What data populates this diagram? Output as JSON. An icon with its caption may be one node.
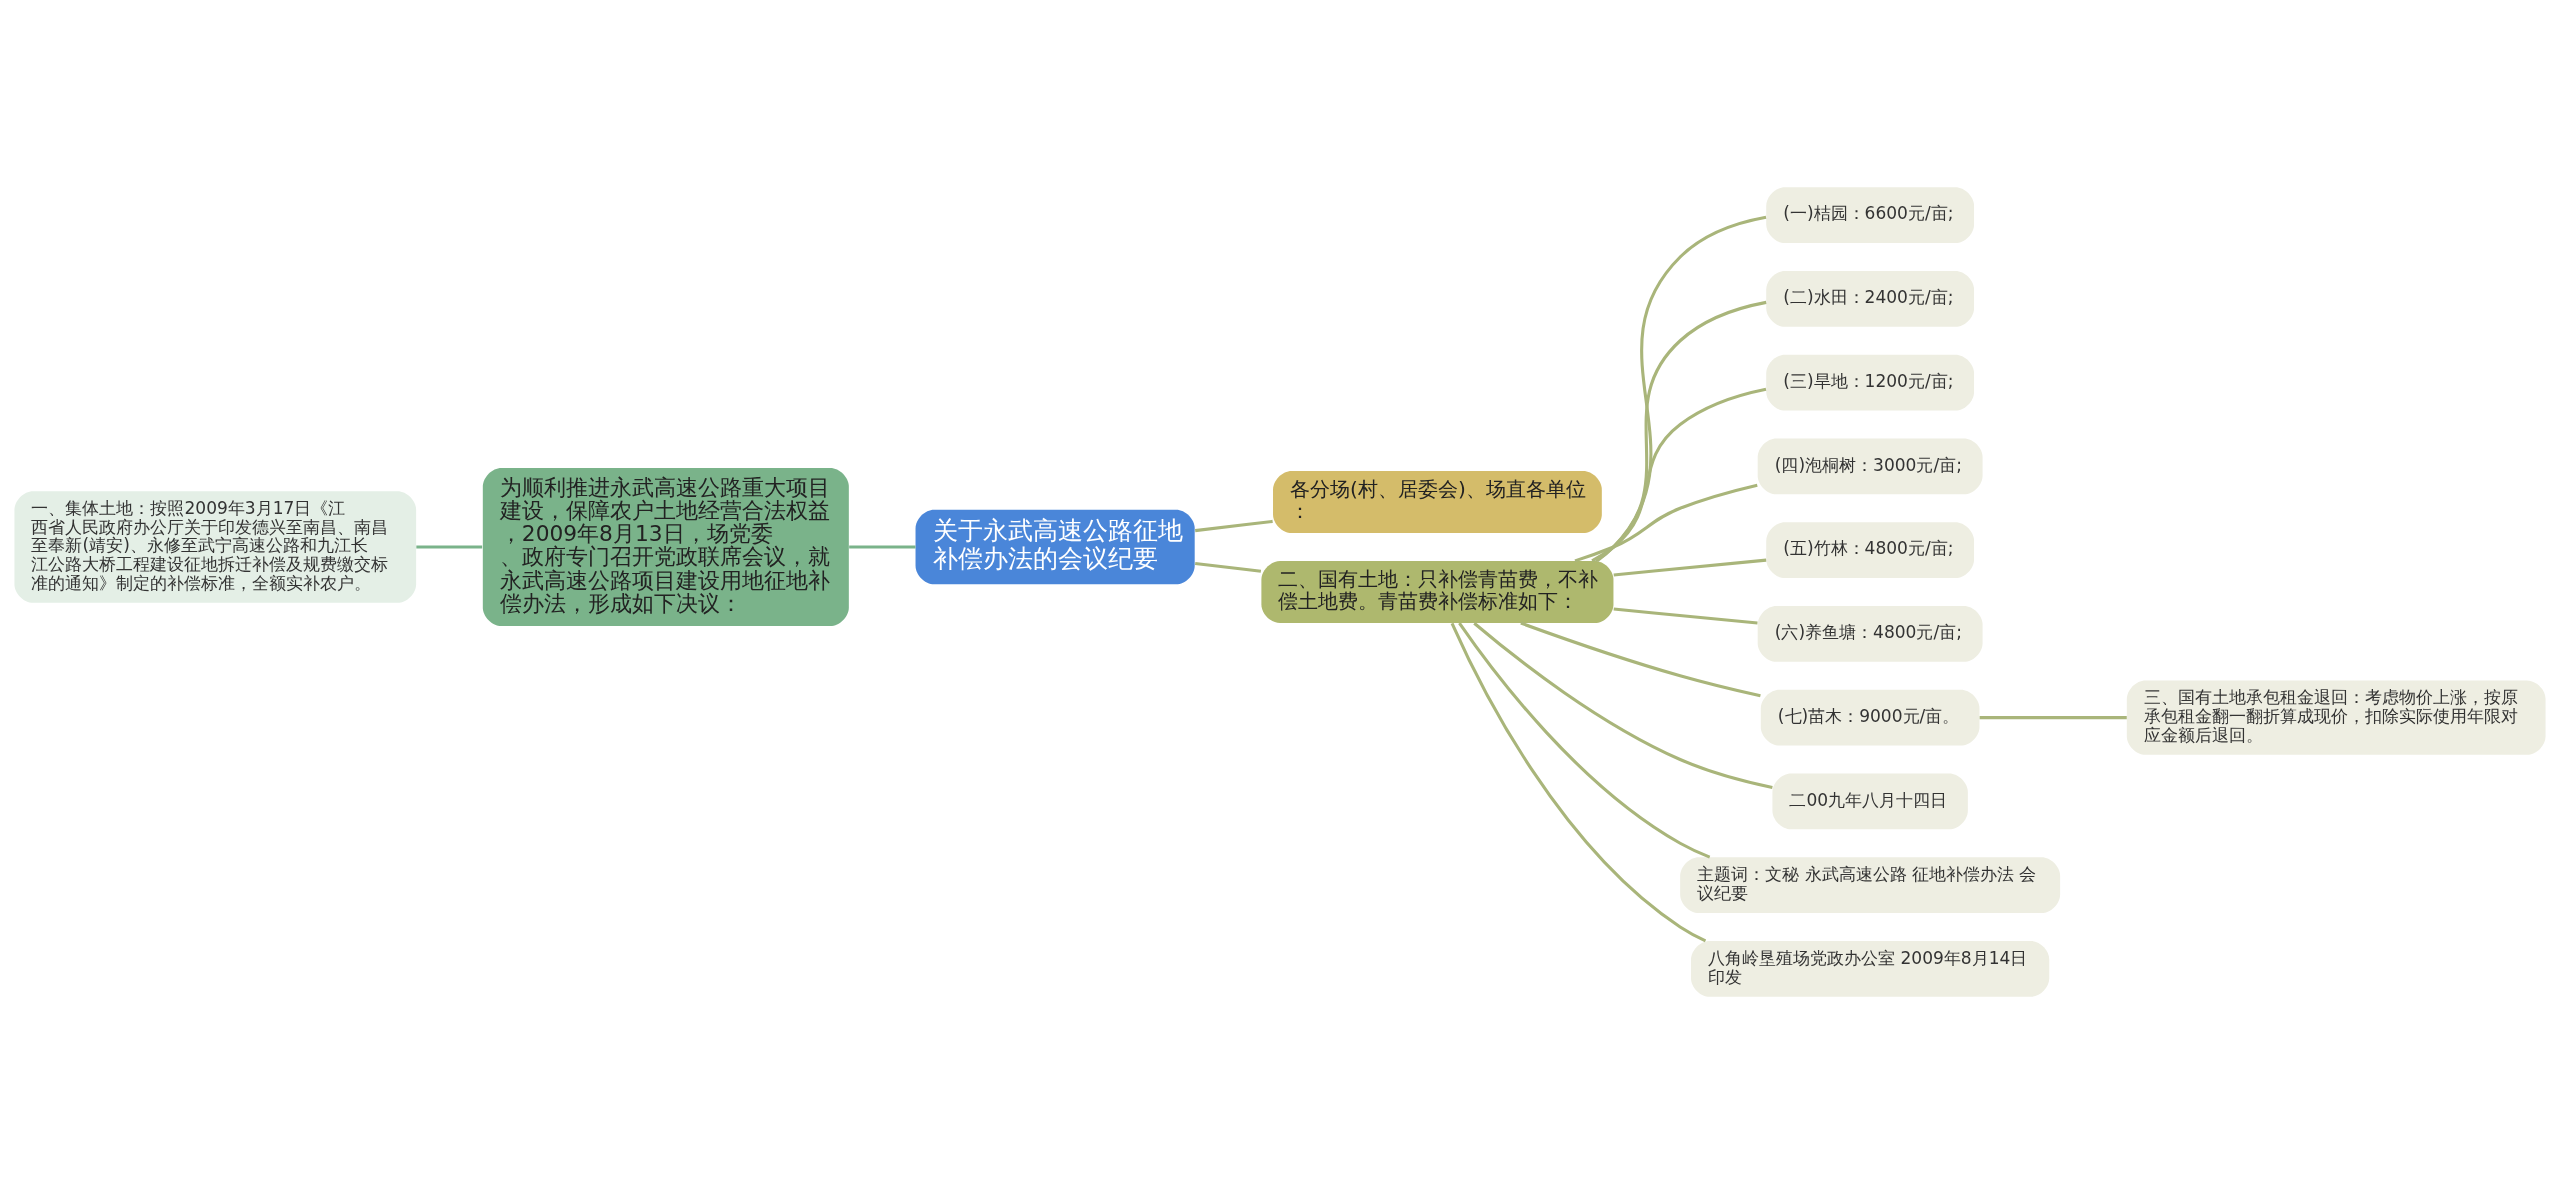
{
  "diagram": {
    "nodes": [
      {
        "text": [
          "关于永武高速公路征地补偿办法的会议纪要"
        ]
      },
      {
        "text": [
          "为顺利推进永武高速公路重大项目建设，保障农户土地经营合法权益，2009年8月13日，场党委、政府专门召开党政联席会议，就永武高速公路项目建设用地征地补偿办法，形成如下决议："
        ]
      },
      {
        "text": [
          "一、集体土地：按照2009年3月17日《江西省人民政府办公厅关于印发德兴至南昌、南昌至奉新(靖安)、永修至武宁高速公路和九江长江公路大桥工程建设征地拆迁补偿及规费缴交标准的通知》制定的补偿标准，全额实补农户。"
        ]
      },
      {
        "text": [
          "各分场(村、居委会)、场直各单位："
        ]
      },
      {
        "text": [
          "二、国有土地：只补偿青苗费，不补偿土地费。青苗费补偿标准如下："
        ]
      },
      {
        "text": [
          "(一)桔园：6600元/亩;"
        ]
      },
      {
        "text": [
          "(二)水田：2400元/亩;"
        ]
      },
      {
        "text": [
          "(三)旱地：1200元/亩;"
        ]
      },
      {
        "text": [
          "(四)泡桐树：3000元/亩;"
        ]
      },
      {
        "text": [
          "(五)竹林：4800元/亩;"
        ]
      },
      {
        "text": [
          "(六)养鱼塘：4800元/亩;"
        ]
      },
      {
        "text": [
          "(七)苗木：9000元/亩。"
        ]
      },
      {
        "text": [
          "三、国有土地承包租金退回：考虑物价上涨，按原承包租金翻一翻折算成现价，扣除实际使用年限对应金额后退回。"
        ]
      },
      {
        "text": [
          "二00九年八月十四日"
        ]
      },
      {
        "text": [
          "主题词：文秘 永武高速公路 征地补偿办法 会议纪要"
        ]
      },
      {
        "text": [
          "八角岭垦殖场党政办公室 2009年8月14日印发"
        ]
      }
    ],
    "edges": [
      {
        "from": 1,
        "to": 0,
        "arrow": "none",
        "color": "#7ab38a"
      },
      {
        "from": 2,
        "to": 1,
        "arrow": "none",
        "color": "#7ab38a"
      },
      {
        "from": 0,
        "to": 3,
        "arrow": "none"
      },
      {
        "from": 0,
        "to": 4,
        "arrow": "none"
      },
      {
        "from": 4,
        "to": 5,
        "arrow": "none"
      },
      {
        "from": 4,
        "to": 6,
        "arrow": "none"
      },
      {
        "from": 4,
        "to": 7,
        "arrow": "none"
      },
      {
        "from": 4,
        "to": 8,
        "arrow": "none"
      },
      {
        "from": 4,
        "to": 9,
        "arrow": "none"
      },
      {
        "from": 4,
        "to": 10,
        "arrow": "none"
      },
      {
        "from": 4,
        "to": 11,
        "arrow": "none"
      },
      {
        "from": 11,
        "to": 12,
        "arrow": "none"
      },
      {
        "from": 4,
        "to": 13,
        "arrow": "none"
      },
      {
        "from": 4,
        "to": 14,
        "arrow": "none"
      },
      {
        "from": 4,
        "to": 15,
        "arrow": "none"
      }
    ]
  }
}
